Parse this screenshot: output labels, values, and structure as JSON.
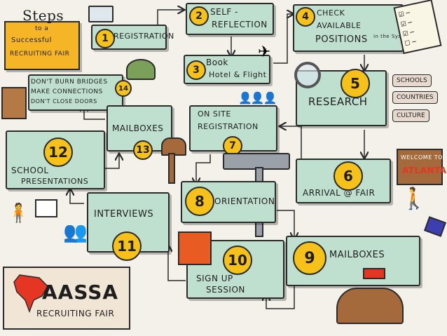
{
  "title": {
    "line1": "Steps",
    "line2": "to a",
    "line3": "Successful",
    "line4": "Recruiting Fair"
  },
  "steps": [
    {
      "n": "1",
      "label": "Registration"
    },
    {
      "n": "2",
      "label1": "Self -",
      "label2": "Reflection"
    },
    {
      "n": "3",
      "label1": "Book",
      "label2": "Hotel & Flight"
    },
    {
      "n": "4",
      "label1": "Check",
      "label2": "Available",
      "label3": "Positions",
      "label4": "in the System"
    },
    {
      "n": "5",
      "label": "Research"
    },
    {
      "n": "6",
      "label": "Arrival @ Fair"
    },
    {
      "n": "7",
      "label1": "On Site",
      "label2": "Registration"
    },
    {
      "n": "8",
      "label": "Orientation"
    },
    {
      "n": "9",
      "label": "Mailboxes"
    },
    {
      "n": "10",
      "label1": "Sign Up",
      "label2": "Session"
    },
    {
      "n": "11",
      "label": "Interviews"
    },
    {
      "n": "12",
      "label1": "School",
      "label2": "Presentations"
    },
    {
      "n": "13",
      "label": "Mailboxes"
    },
    {
      "n": "14",
      "label1": "Don't Burn Bridges",
      "label2": "Make Connections",
      "label3": "Don't Close Doors"
    }
  ],
  "research_tags": [
    "Schools",
    "Countries",
    "Culture"
  ],
  "welcome_sign": {
    "line1": "Welcome to",
    "line2": "Atlanta"
  },
  "logo": {
    "name": "AASSA",
    "sub": "Recruiting Fair"
  },
  "colors": {
    "box": "#bfe0cf",
    "title_box": "#f6b526",
    "number": "#f6c21a",
    "logo_red": "#e53624"
  }
}
